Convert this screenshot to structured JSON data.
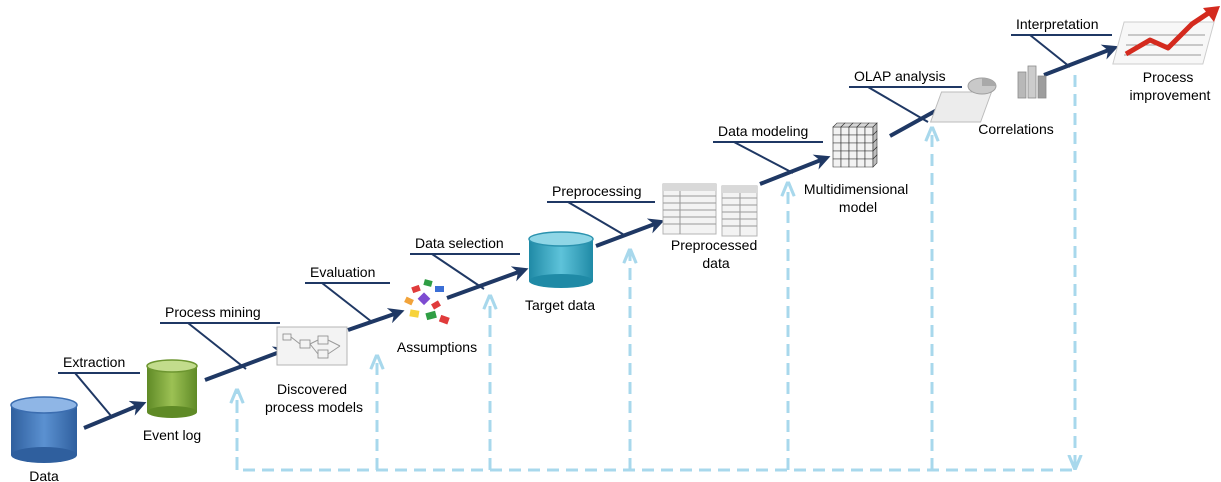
{
  "steps": {
    "extraction": "Extraction",
    "process_mining": "Process mining",
    "evaluation": "Evaluation",
    "data_selection": "Data selection",
    "preprocessing": "Preprocessing",
    "data_modeling": "Data modeling",
    "olap_analysis": "OLAP analysis",
    "interpretation": "Interpretation"
  },
  "nodes": {
    "data": "Data",
    "event_log": "Event log",
    "discovered_models": [
      "Discovered",
      "process models"
    ],
    "assumptions": "Assumptions",
    "target_data": "Target data",
    "preprocessed_data": [
      "Preprocessed",
      "data"
    ],
    "multidimensional_model": [
      "Multidimensional",
      "model"
    ],
    "correlations": "Correlations",
    "process_improvement": [
      "Process",
      "improvement"
    ]
  },
  "colors": {
    "main_arrow": "#1f3864",
    "feedback_arrow": "#a8d8ec",
    "data_db": "#4a7fc1",
    "event_log_db": "#86a841",
    "target_db": "#3fa6c0"
  }
}
